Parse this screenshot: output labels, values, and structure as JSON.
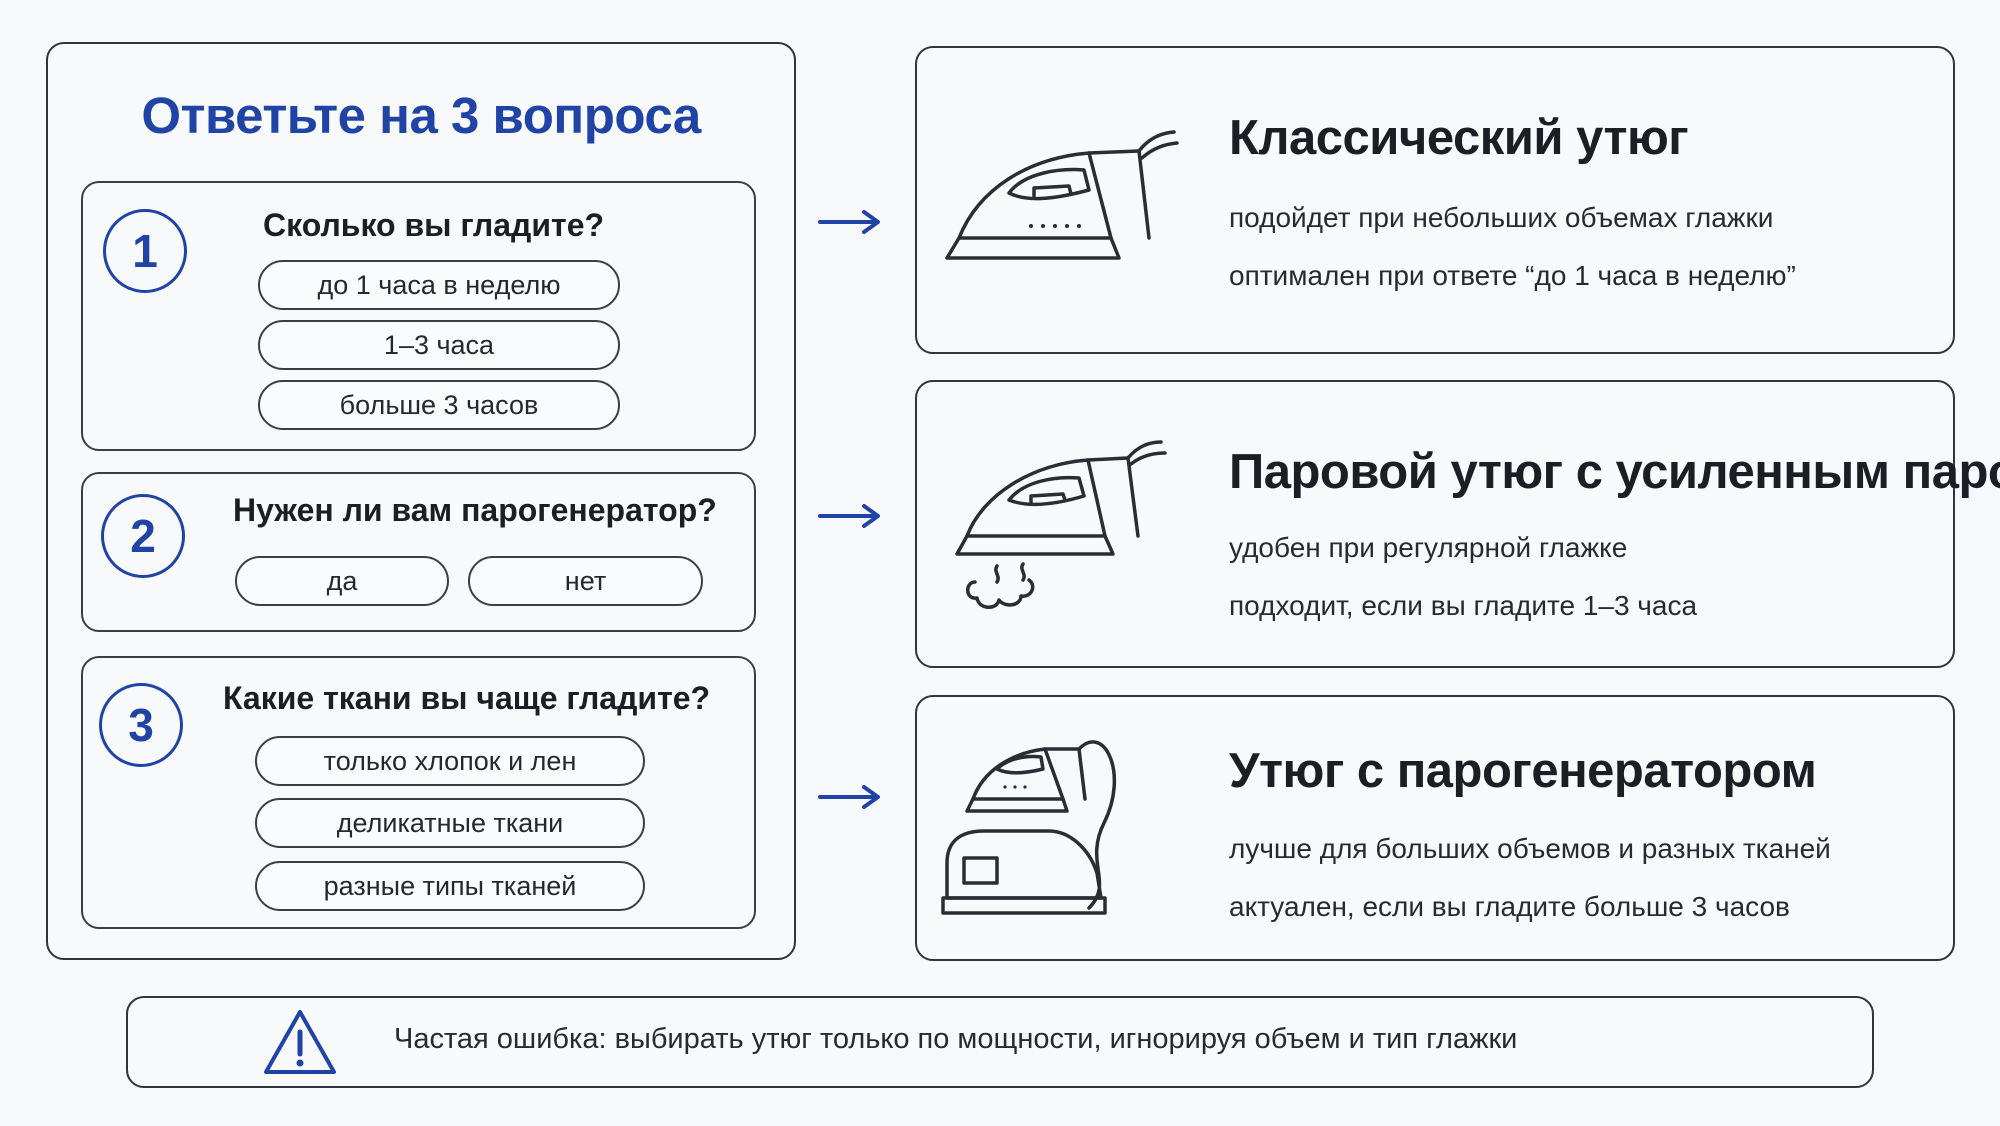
{
  "quiz": {
    "title": "Ответьте на 3 вопроса",
    "questions": [
      {
        "number": "1",
        "text": "Сколько вы гладите?",
        "options": [
          "до 1 часа в неделю",
          "1–3 часа",
          "больше 3 часов"
        ]
      },
      {
        "number": "2",
        "text": "Нужен ли вам парогенератор?",
        "options": [
          "да",
          "нет"
        ]
      },
      {
        "number": "3",
        "text": "Какие ткани вы чаще гладите?",
        "options": [
          "только хлопок и лен",
          "деликатные ткани",
          "разные типы тканей"
        ]
      }
    ]
  },
  "results": [
    {
      "icon": "iron-icon",
      "title": "Классический утюг",
      "lines": [
        "подойдет при небольших объемах глажки",
        "оптимален при ответе “до 1 часа в неделю”"
      ]
    },
    {
      "icon": "steam-iron-icon",
      "title": "Паровой утюг с усиленным паром",
      "lines": [
        "удобен при регулярной глажке",
        "подходит, если вы гладите 1–3 часа"
      ]
    },
    {
      "icon": "steam-generator-iron-icon",
      "title": "Утюг с парогенератором",
      "lines": [
        "лучше для больших объемов и разных тканей",
        "актуален, если вы гладите больше 3 часов"
      ]
    }
  ],
  "warning": {
    "icon": "warning-triangle-icon",
    "text": "Частая ошибка: выбирать утюг только по мощности, игнорируя объем и тип глажки"
  },
  "colors": {
    "accent": "#1f44a6",
    "border": "#30343c",
    "background": "#f6f8fb"
  }
}
